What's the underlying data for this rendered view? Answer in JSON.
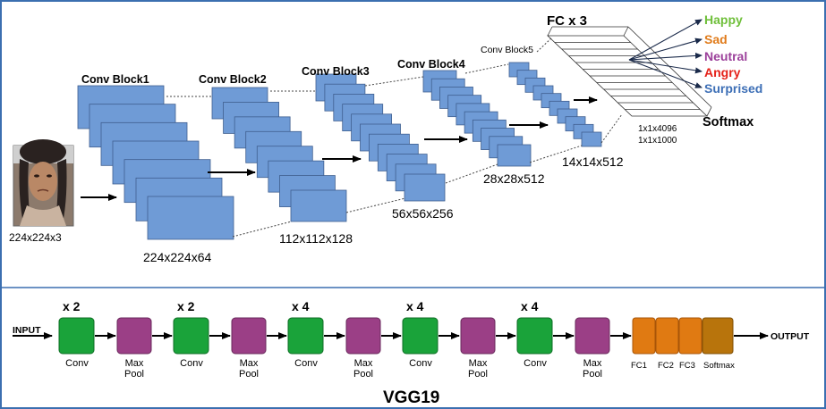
{
  "image": {
    "size_label": "224x224x3"
  },
  "conv_blocks": [
    {
      "label": "Conv Block1",
      "output_label": "224x224x64"
    },
    {
      "label": "Conv Block2",
      "output_label": "112x112x128"
    },
    {
      "label": "Conv Block3",
      "output_label": "56x56x256"
    },
    {
      "label": "Conv Block4",
      "output_label": "28x28x512"
    },
    {
      "label": "Conv Block5",
      "output_label": "14x14x512"
    }
  ],
  "fc": {
    "label": "FC x 3",
    "dims": [
      "1x1x4096",
      "1x1x1000"
    ],
    "softmax_label": "Softmax"
  },
  "emotions": [
    {
      "label": "Happy",
      "color": "#6fbf3a"
    },
    {
      "label": "Sad",
      "color": "#e07b1a"
    },
    {
      "label": "Neutral",
      "color": "#9b3f9a"
    },
    {
      "label": "Angry",
      "color": "#e5221a"
    },
    {
      "label": "Surprised",
      "color": "#3d6fb6"
    }
  ],
  "pipeline": {
    "input_label": "INPUT",
    "output_label": "OUTPUT",
    "repeats": [
      "x 2",
      "x 2",
      "x 4",
      "x 4",
      "x 4"
    ],
    "conv_label": "Conv",
    "pool_label": "Max Pool",
    "fc_labels": [
      "FC1",
      "FC2",
      "FC3"
    ],
    "softmax_label": "Softmax",
    "title": "VGG19"
  },
  "colors": {
    "layer_fill": "#6f9bd6",
    "layer_stroke": "#3f5f8f",
    "conv_green": "#1aa33a",
    "pool_purple": "#9b3f86",
    "fc_orange": "#e07a12",
    "softmax_brown": "#b8740c",
    "frame_blue": "#3b6fb0"
  }
}
